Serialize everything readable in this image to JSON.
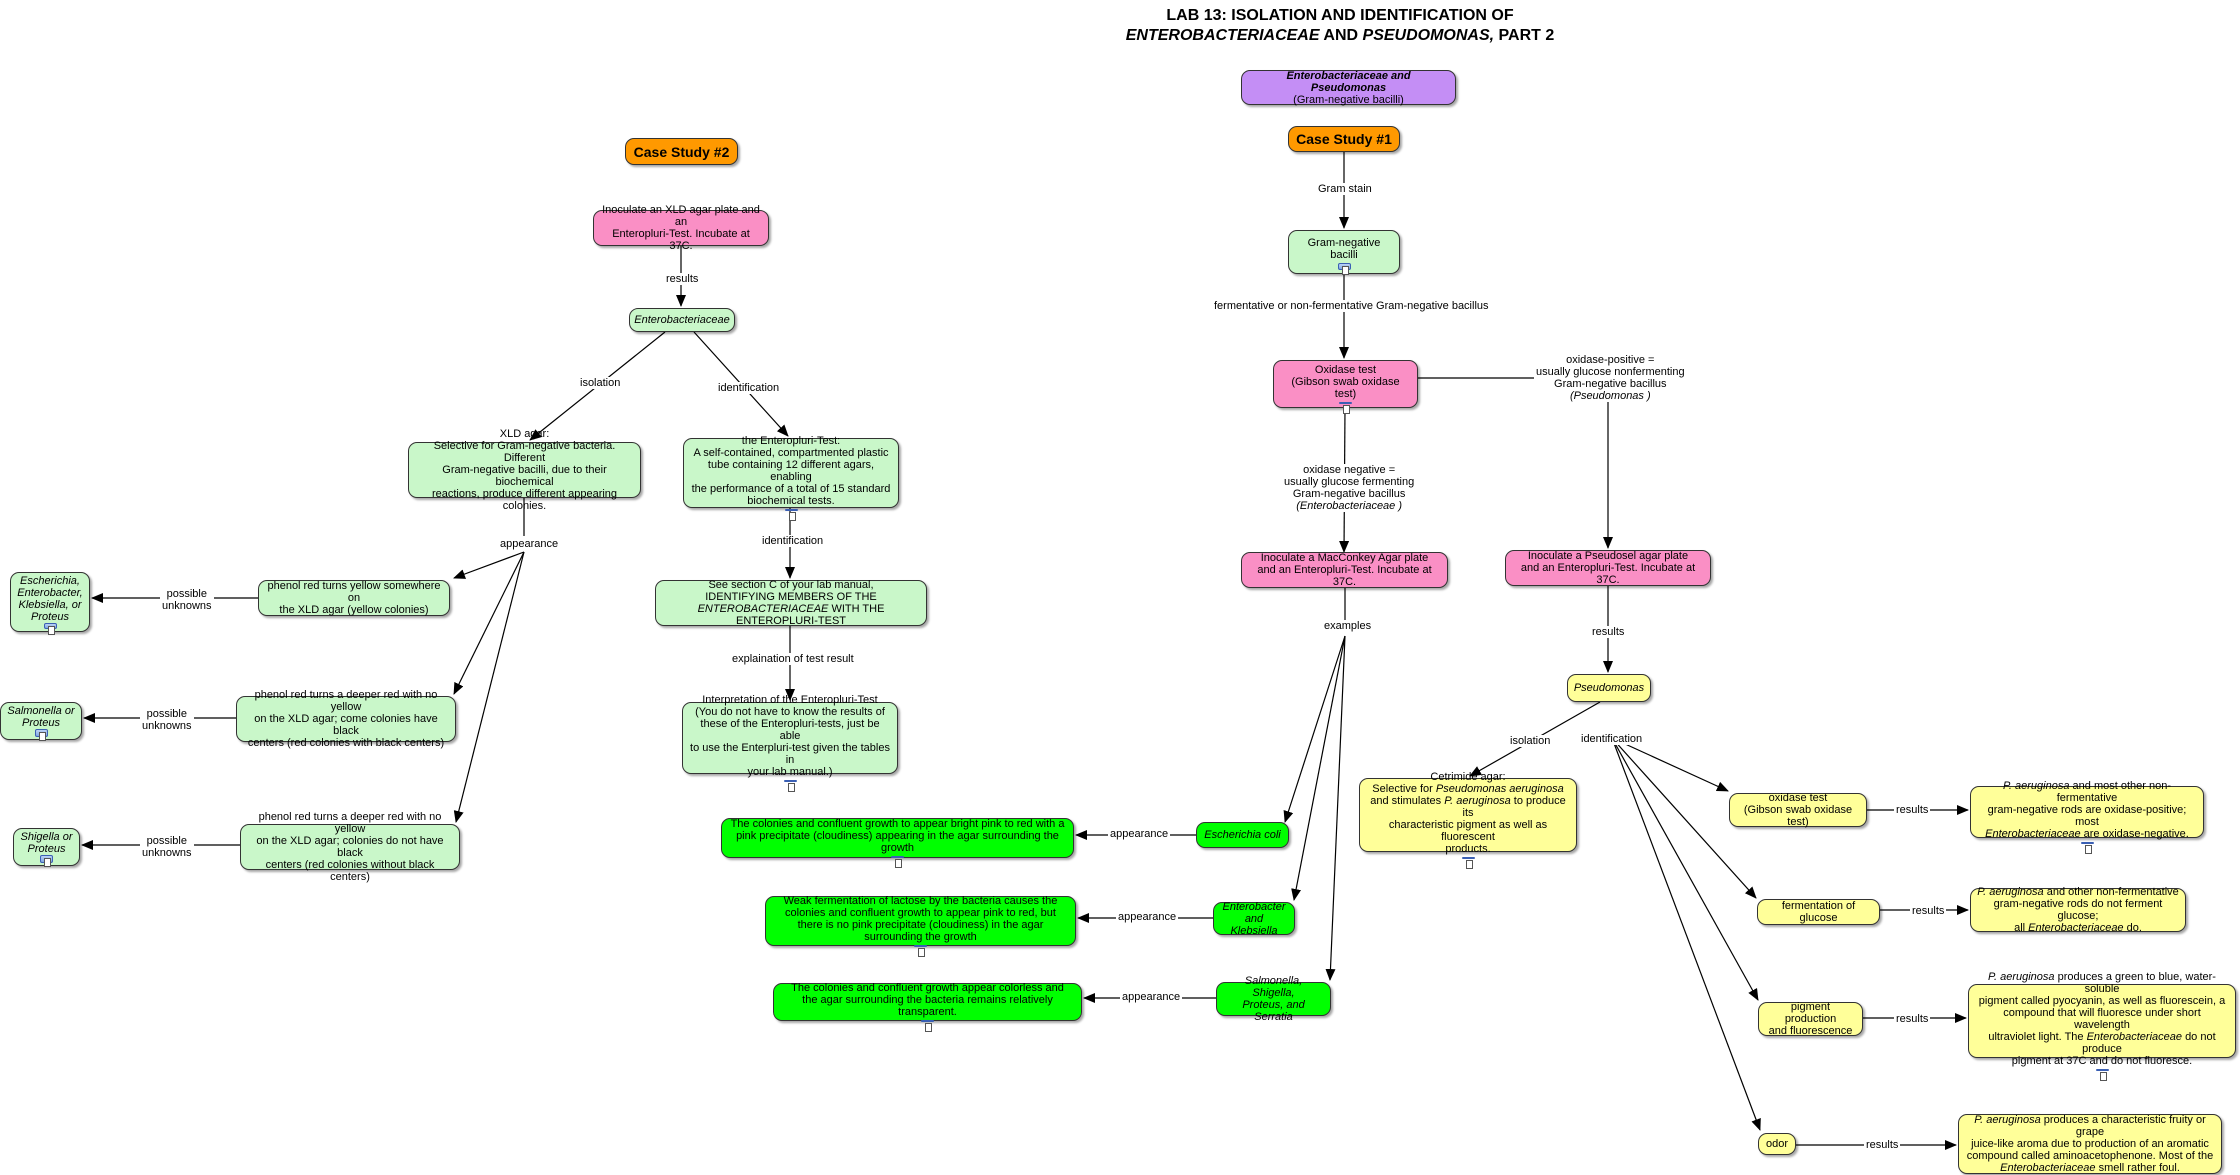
{
  "title": {
    "line1": "LAB 13: ISOLATION AND IDENTIFICATION OF",
    "line2_a": "ENTEROBACTERIACEAE",
    "line2_b": "AND",
    "line2_c": "PSEUDOMONAS,",
    "line2_d": "PART 2"
  },
  "nodes": {
    "root": {
      "name": "Enterobacteriaceae and Pseudomonas",
      "sub": "(Gram-negative bacilli)"
    },
    "cs1": "Case Study #1",
    "cs2": "Case Study #2",
    "gram_neg": "Gram-negative bacilli",
    "oxidase": {
      "l1": "Oxidase test",
      "l2": "(Gibson swab oxidase test)"
    },
    "maccon": {
      "l1": "Inoculate a MacConkey Agar plate",
      "l2": "and an Enteropluri-Test. Incubate at 37C."
    },
    "pseudosel": {
      "l1": "Inoculate a Pseudosel agar plate",
      "l2": "and an Enteropluri-Test. Incubate at 37C."
    },
    "pseudomonas": "Pseudomonas",
    "cetrimide": {
      "l1": "Cetrimide agar:",
      "l2a": "Selective for",
      "l2b": "Pseudomonas aeruginosa",
      "l3a": "and stimulates",
      "l3b": "P. aeruginosa",
      "l3c": "to produce its",
      "l4": "characteristic pigment as well as fluorescent",
      "l5": "products."
    },
    "ox2": {
      "l1": "oxidase test",
      "l2": "(Gibson swab oxidase test)"
    },
    "ferm": "fermentation of glucose",
    "pigment": {
      "l1": "pigment production",
      "l2": "and fluorescence"
    },
    "odor": "odor",
    "r_ox": {
      "l1a": "P. aeruginosa",
      "l1b": "and most other non-fermentative",
      "l2": "gram-negative rods are oxidase-positive; most",
      "l3a": "Enterobacteriaceae",
      "l3b": "are oxidase-negative."
    },
    "r_ferm": {
      "l1a": "P. aeruginosa",
      "l1b": "and other non-fermentative",
      "l2": "gram-negative rods do not ferment glucose;",
      "l3a": "all",
      "l3b": "Enterobacteriaceae",
      "l3c": "do."
    },
    "r_pig": {
      "l1a": "P. aeruginosa",
      "l1b": "produces a green to blue, water-soluble",
      "l2": "pigment called pyocyanin, as well as fluorescein, a",
      "l3": "compound that will fluoresce under short wavelength",
      "l4a": "ultraviolet light. The",
      "l4b": "Enterobacteriaceae",
      "l4c": "do not produce",
      "l5": "pigment at 37C and do not fluoresce."
    },
    "r_odor": {
      "l1a": "P. aeruginosa",
      "l1b": "produces a characteristic fruity or grape",
      "l2": "juice-like aroma due to production of an aromatic",
      "l3": "compound called aminoacetophenone. Most of the",
      "l4a": "Enterobacteriaceae",
      "l4b": "smell rather foul."
    },
    "ecoli": "Escherichia coli",
    "entkleb": {
      "l1": "Enterobacter",
      "l2": "and Klebsiella"
    },
    "salm": {
      "l1": "Salmonella, Shigella,",
      "l2": "Proteus, and Serratia"
    },
    "g_ecoli": "The colonies and confluent growth to appear bright pink to red with a pink precipitate (cloudiness) appearing in the agar surrounding the growth",
    "g_entkleb": "Weak fermentation of lactose by the bacteria causes the colonies and confluent growth to appear pink to red, but there is no pink precipitate (cloudiness) in the agar surrounding the growth",
    "g_salm": "The colonies and confluent growth appear colorless and the agar surrounding the bacteria remains relatively transparent.",
    "inoc_xld": {
      "l1": "Inoculate an XLD agar plate and an",
      "l2": "Enteropluri-Test. Incubate at 37C."
    },
    "entero": "Enterobacteriaceae",
    "xld": {
      "l1": "XLD agar:",
      "l2": "Selective for Gram-negative bacteria. Different",
      "l3": "Gram-negative bacilli, due to their biochemical",
      "l4": "reactions, produce different appearing colonies."
    },
    "enteropluri": {
      "l1": "the Enteropluri-Test:",
      "l2": "A self-contained, compartmented plastic",
      "l3": "tube containing 12 different agars, enabling",
      "l4": "the performance of a total of 15 standard",
      "l5": "biochemical tests."
    },
    "section_c": {
      "l1": "See section C of your lab manual,",
      "l2": "IDENTIFYING MEMBERS OF THE",
      "l3a": "ENTEROBACTERIACEAE",
      "l3b": "WITH THE ENTEROPLURI-TEST"
    },
    "interp": {
      "l1": "Interpretation of the Enteropluri-Test",
      "l2": "(You do not have to know the results of",
      "l3": "these of the Enteropluri-tests, just be able",
      "l4": "to use the Enterpluri-test given the tables in",
      "l5": "your lab manual.)"
    },
    "pr_yellow": {
      "l1": "phenol red turns yellow somewhere on",
      "l2": "the XLD agar (yellow colonies)"
    },
    "pr_black": {
      "l1": "phenol red turns a deeper red with no yellow",
      "l2": "on the XLD agar; come colonies have black",
      "l3": "centers (red colonies with black centers)"
    },
    "pr_noblack": {
      "l1": "phenol red turns a deeper red with no yellow",
      "l2": "on the XLD agar; colonies do not have black",
      "l3": "centers (red colonies without black centers)"
    },
    "unk1": {
      "l1": "Escherichia,",
      "l2": "Enterobacter,",
      "l3": "Klebsiella, or",
      "l4": "Proteus"
    },
    "unk2": {
      "l1": "Salmonella or",
      "l2": "Proteus"
    },
    "unk3": {
      "l1": "Shigella or",
      "l2": "Proteus"
    }
  },
  "labels": {
    "gram_stain": "Gram stain",
    "ferm_or_non": "fermentative or non-fermentative Gram-negative bacillus",
    "ox_pos": {
      "l1": "oxidase-positive =",
      "l2": "usually glucose nonfermenting",
      "l3": "Gram-negative bacillus",
      "l4": "(Pseudomonas )"
    },
    "ox_neg": {
      "l1": "oxidase negative =",
      "l2": "usually glucose fermenting",
      "l3": "Gram-negative bacillus",
      "l4": "(Enterobacteriaceae )"
    },
    "results": "results",
    "examples": "examples",
    "isolation": "isolation",
    "identification": "identification",
    "appearance": "appearance",
    "explaination": "explaination of test result",
    "possible_unknowns": {
      "l1": "possible",
      "l2": "unknowns"
    }
  },
  "colors": {
    "pink": "#fa8fc5",
    "light_green": "#c9f7c9",
    "bright_green": "#00ff00",
    "yellow": "#ffff99",
    "orange": "#ff9900",
    "purple": "#c48ef5"
  },
  "icons": [
    "document-icon"
  ]
}
